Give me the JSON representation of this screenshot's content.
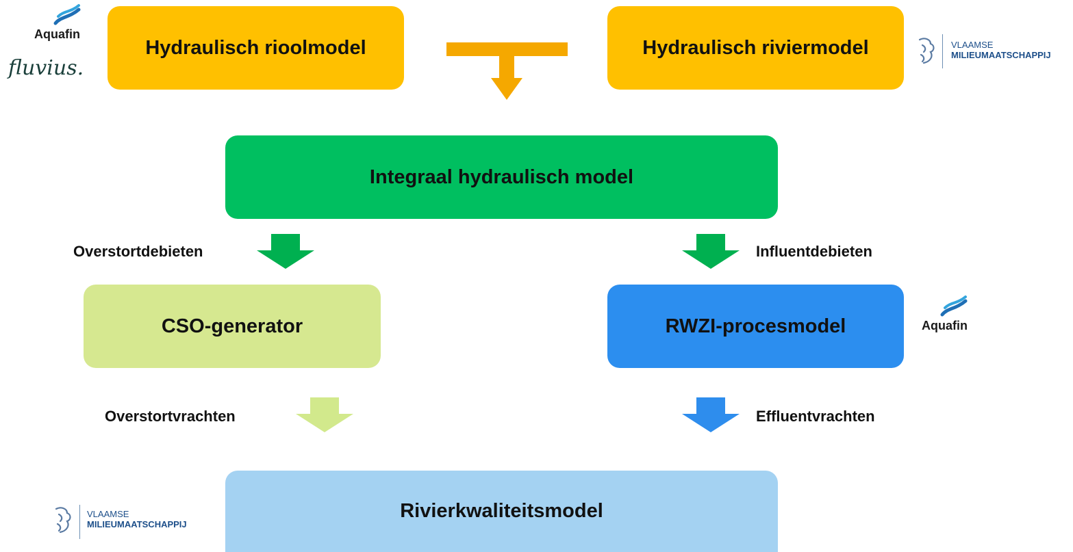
{
  "boxes": {
    "riool": "Hydraulisch rioolmodel",
    "rivier": "Hydraulisch riviermodel",
    "integraal": "Integraal hydraulisch model",
    "cso": "CSO-generator",
    "rwzi": "RWZI-procesmodel",
    "kwaliteit": "Rivierkwaliteitsmodel"
  },
  "labels": {
    "overstortdebieten": "Overstortdebieten",
    "influentdebieten": "Influentdebieten",
    "overstortvrachten": "Overstortvrachten",
    "effluentvrachten": "Effluentvrachten"
  },
  "logos": {
    "aquafin": "Aquafin",
    "fluvius": "fluvius.",
    "vmm_line1": "VLAAMSE",
    "vmm_line2": "MILIEUMAATSCHAPPIJ"
  },
  "colors": {
    "orange": "#ffc000",
    "green": "#00bf60",
    "light_green": "#d6e890",
    "blue": "#2c8eef",
    "light_blue": "#a4d2f2",
    "arrow_orange": "#f5a800",
    "arrow_green": "#00b050",
    "arrow_light_green": "#d2e98c",
    "arrow_blue": "#2e8ded"
  }
}
